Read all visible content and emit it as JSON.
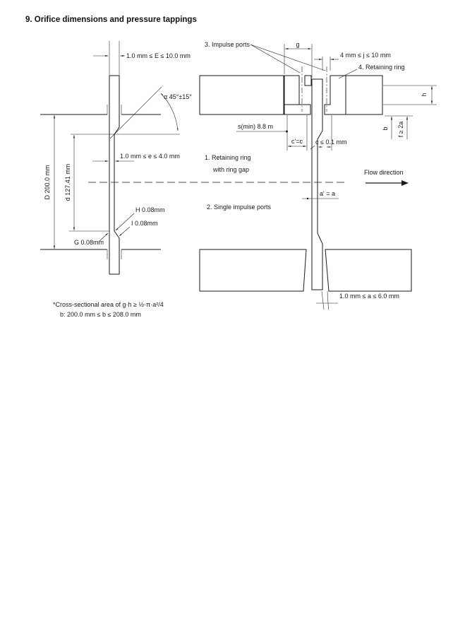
{
  "page": {
    "title": "9. Orifice dimensions and pressure tappings"
  },
  "left_view": {
    "dim_E": "1.0 mm ≤ E ≤ 10.0 mm",
    "angle_alpha": "α 45°±15°",
    "dim_e": "1.0 mm ≤ e ≤ 4.0 mm",
    "dim_D": "D 200.0 mm",
    "dim_d": "d 127.41 mm",
    "edge_H": "H 0.08mm",
    "edge_I": "I 0.08mm",
    "edge_G": "G 0.08mm"
  },
  "right_view": {
    "impulse_ports_label": "3. Impulse ports",
    "dim_g": "g",
    "dim_j": "4 mm ≤ j ≤ 10 mm",
    "retaining_ring_label": "4. Retaining ring",
    "dim_s": "s(min) 8.8 m",
    "dim_c_eq": "c'=c",
    "dim_c_max": "c ≤ 0.1 mm",
    "note_1_line1": "1. Retaining ring",
    "note_1_line2": "with ring gap",
    "note_2": "2. Single impulse ports",
    "flow_label": "Flow direction",
    "dim_a_eq": "a' = a",
    "dim_h": "h",
    "dim_b": "b",
    "dim_f": "f ≥ 2a",
    "dim_a_range": "1.0 mm ≤ a ≤ 6.0 mm"
  },
  "footnotes": {
    "line1": "*Cross-sectional area of g·h ≥ ½·π·a²/4",
    "line2": "b: 200.0 mm ≤ b ≤ 208.0 mm"
  }
}
